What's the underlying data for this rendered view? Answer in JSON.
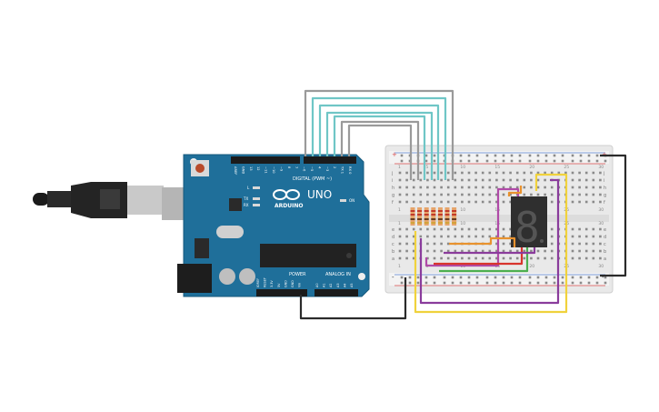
{
  "board": {
    "name": "UNO",
    "brand": "ARDUINO",
    "digital_header": "DIGITAL (PWM ~)",
    "power_header": "POWER",
    "analog_header": "ANALOG IN",
    "on_label": "ON",
    "l_label": "L",
    "tx_label": "TX",
    "rx_label": "RX",
    "digital_pins": [
      "AREF",
      "GND",
      "13",
      "12",
      "~11",
      "~10",
      "~9",
      "8",
      "7",
      "~6",
      "~5",
      "4",
      "~3",
      "2",
      "TX 1",
      "RX 0"
    ],
    "power_pins": [
      "IOREF",
      "RESET",
      "3.3V",
      "5V",
      "GND",
      "GND",
      "Vin"
    ],
    "analog_pins": [
      "A0",
      "A1",
      "A2",
      "A3",
      "A4",
      "A5"
    ],
    "board_color": "#1f6f9a"
  },
  "breadboard": {
    "row_letters_top": [
      "j",
      "i",
      "h",
      "g",
      "f"
    ],
    "row_letters_bottom": [
      "e",
      "d",
      "c",
      "b",
      "a"
    ],
    "column_numbers": [
      "1",
      "5",
      "10",
      "15",
      "20",
      "25",
      "30"
    ],
    "rail_plus": "+",
    "rail_minus": "-"
  },
  "display": {
    "digit": "8",
    "type": "7-segment"
  },
  "wire_colors": {
    "teal": "#6fc6c6",
    "grey": "#9a9a9a",
    "black": "#2b2b2b",
    "yellow": "#f0d23c",
    "purple": "#8a3c9c",
    "orange": "#e8922e",
    "red": "#d8342c",
    "green": "#4caf50",
    "magenta": "#b04aa8"
  }
}
